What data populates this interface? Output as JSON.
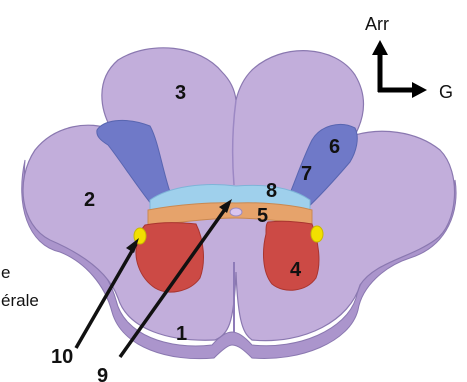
{
  "labels": {
    "n1": "1",
    "n2": "2",
    "n3": "3",
    "n4": "4",
    "n5": "5",
    "n6": "6",
    "n7": "7",
    "n8": "8",
    "n9": "9",
    "n10": "10"
  },
  "side_text": {
    "line1": "e",
    "line2": "érale"
  },
  "orientation": {
    "up_label": "Arr",
    "right_label": "G"
  },
  "colors": {
    "white_matter": "#c2aedb",
    "white_matter_dark": "#ab95cc",
    "posterior_horn": "#6f79c8",
    "gray_commissure": "#9fd0ec",
    "orange_band": "#e6a36b",
    "anterior_horn": "#cc4a45",
    "yellow_spot": "#f2e000",
    "outline": "#8a78b0"
  }
}
